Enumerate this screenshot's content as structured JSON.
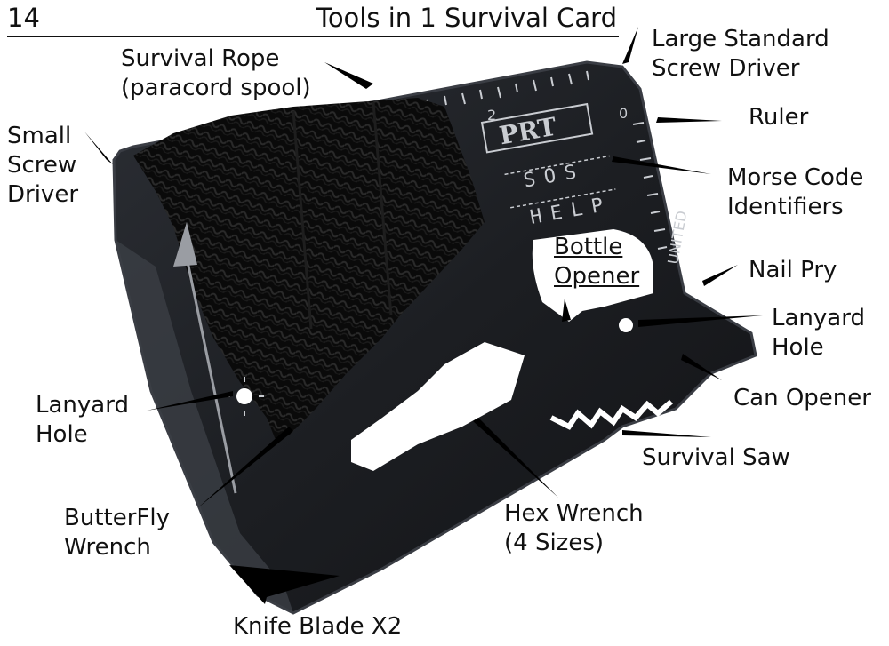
{
  "title": {
    "number": "14",
    "text": "Tools in 1 Survival Card"
  },
  "card_marks": {
    "brand": "PRT",
    "sos": "SOS",
    "help": "HELP",
    "united": "UNITED",
    "ruler_two": "2",
    "ruler_zero": "0"
  },
  "callouts": {
    "survival_rope": [
      "Survival Rope",
      "(paracord spool)"
    ],
    "large_screwdriver": [
      "Large Standard",
      "Screw Driver"
    ],
    "small_screwdriver": [
      "Small",
      "Screw",
      "Driver"
    ],
    "ruler": [
      "Ruler"
    ],
    "morse_code": [
      "Morse Code",
      "Identifiers"
    ],
    "bottle_opener": [
      "Bottle",
      "Opener"
    ],
    "nail_pry": [
      "Nail Pry"
    ],
    "lanyard_hole_right": [
      "Lanyard",
      "Hole"
    ],
    "can_opener": [
      "Can Opener"
    ],
    "lanyard_hole_left": [
      "Lanyard",
      "Hole"
    ],
    "survival_saw": [
      "Survival Saw"
    ],
    "hex_wrench": [
      "Hex Wrench",
      "(4 Sizes)"
    ],
    "butterfly_wrench": [
      "ButterFly",
      "Wrench"
    ],
    "knife_blade": [
      "Knife Blade X2"
    ]
  },
  "colors": {
    "card": "#1f2126",
    "card_edge": "#3a3d44",
    "engraving": "#c9ccd1",
    "rope": "#0d0d0d",
    "pointer": "#000000"
  }
}
